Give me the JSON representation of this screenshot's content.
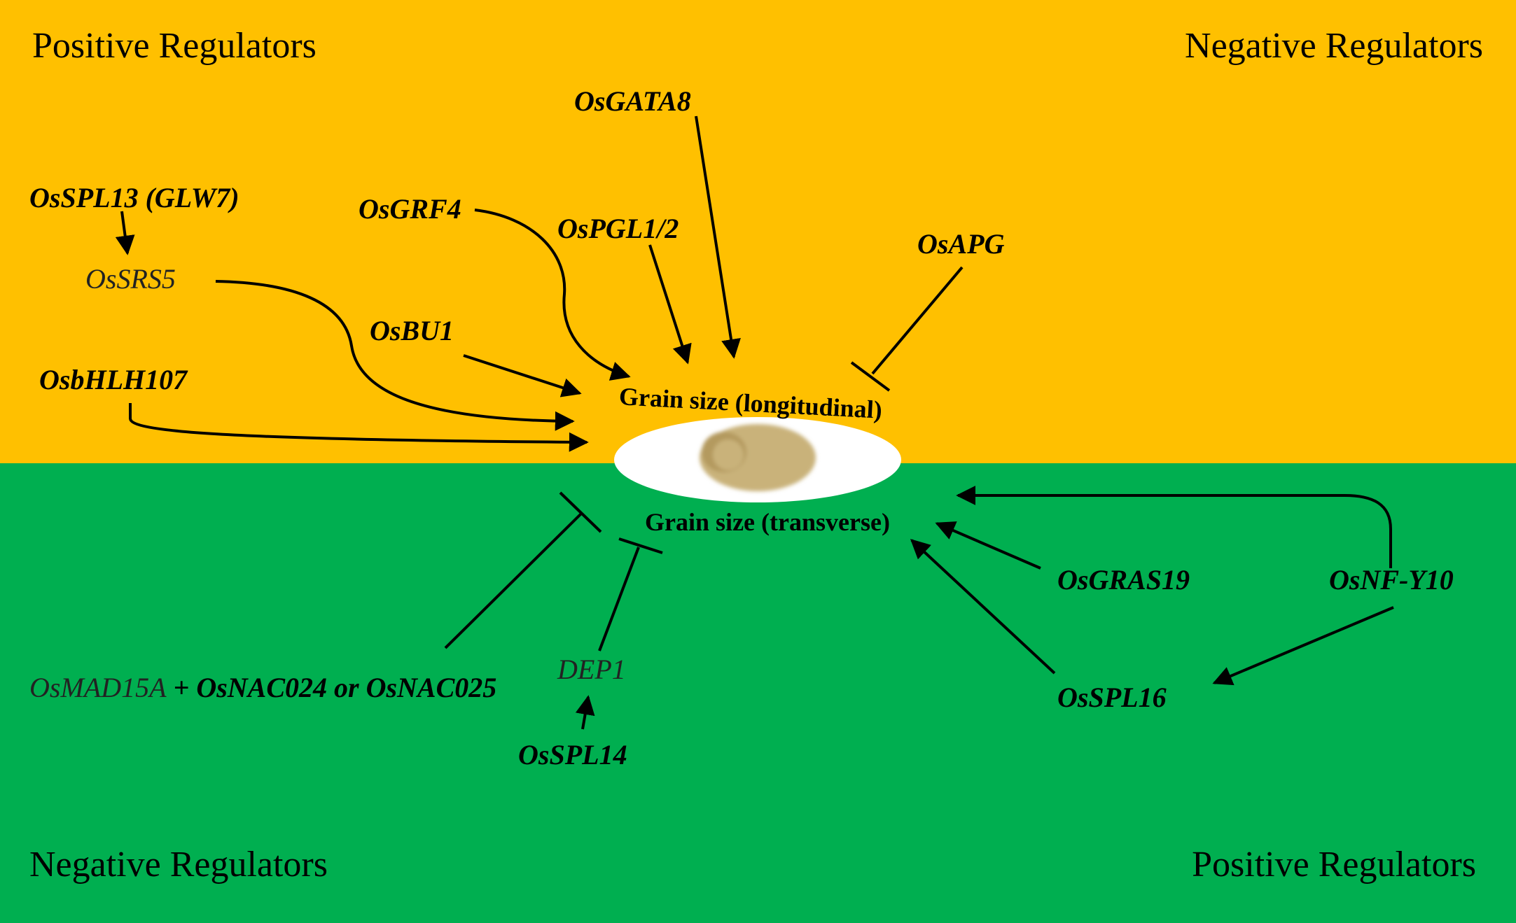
{
  "corners": {
    "top_left": "Positive Regulators",
    "top_right": "Negative Regulators",
    "bottom_left": "Negative Regulators",
    "bottom_right": "Positive Regulators"
  },
  "colors": {
    "top_background": "#FFC000",
    "bottom_background": "#00AF50",
    "grain_ellipse": "#FFFFFF",
    "grain_seed": "#C9B27A"
  },
  "labels": {
    "longitudinal": "Grain size (longitudinal)",
    "transverse": "Grain size (transverse)"
  },
  "genes": {
    "osgata8": "OsGATA8",
    "osspl13": "OsSPL13 (GLW7)",
    "osgrf4": "OsGRF4",
    "ospgl12": "OsPGL1/2",
    "osapg": "OsAPG",
    "ossrs5": "OsSRS5",
    "osbu1": "OsBU1",
    "osbhlh107": "OsbHLH107",
    "osgras19": "OsGRAS19",
    "osnfy10": "OsNF-Y10",
    "osspl16": "OsSPL16",
    "osmad15a": "OsMAD15A",
    "plus_nac": " + OsNAC024 or OsNAC025",
    "dep1": "DEP1",
    "osspl14": "OsSPL14"
  }
}
